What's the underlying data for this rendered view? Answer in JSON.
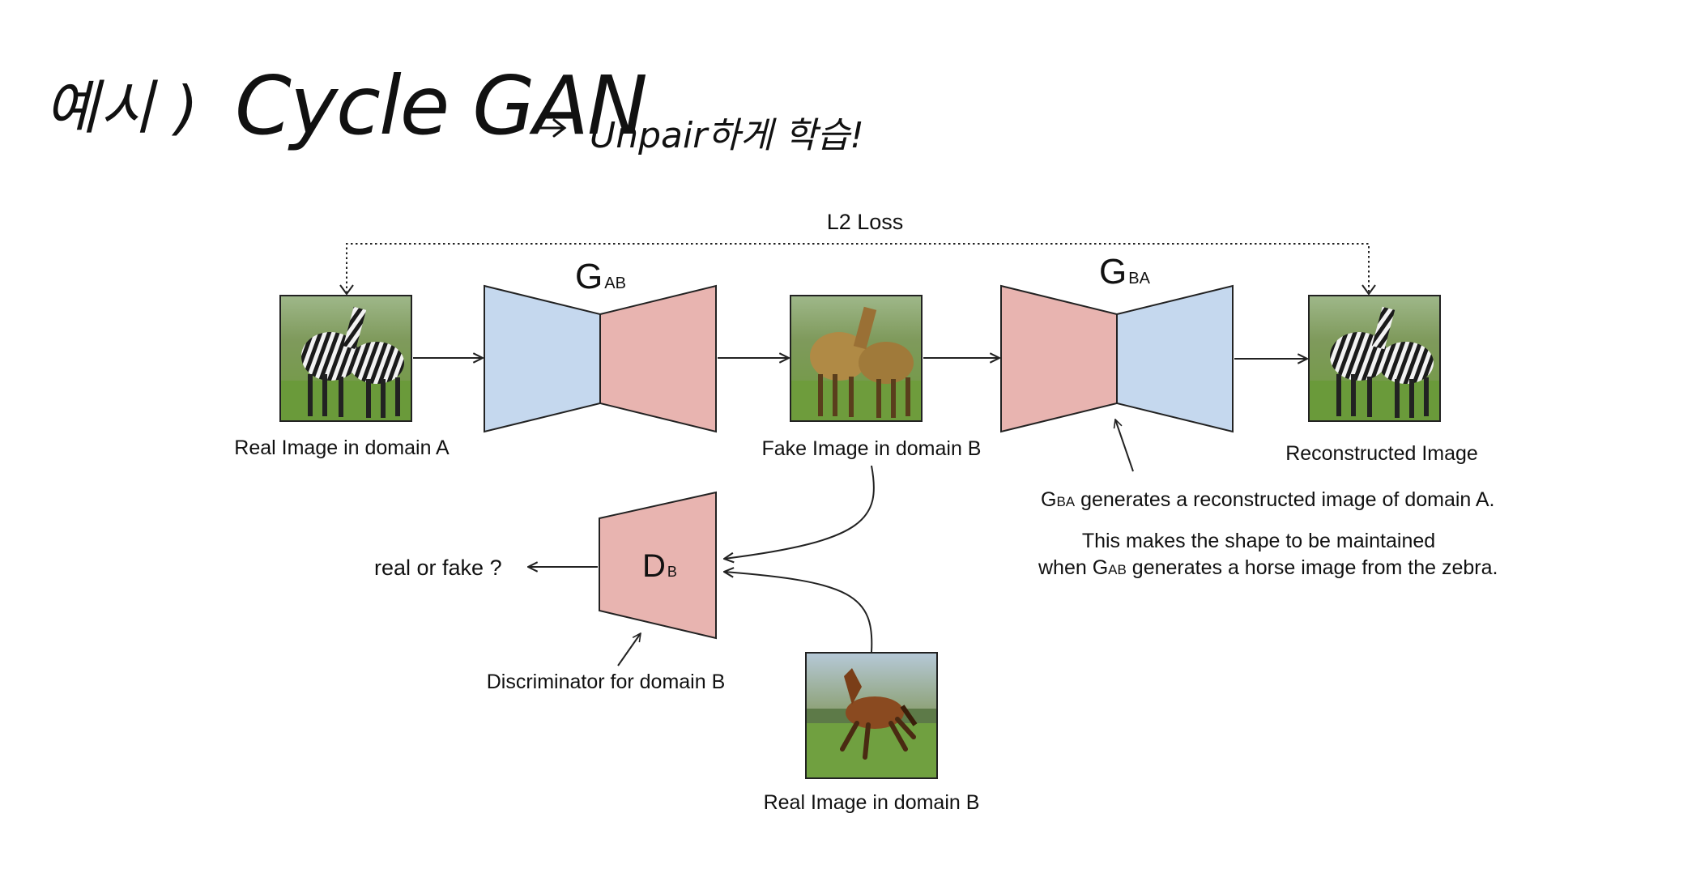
{
  "header": {
    "prefix": "예시 )",
    "title": "Cycle GAN",
    "note": "Unpair하게 학습!"
  },
  "diagram": {
    "loss_label": "L2 Loss",
    "gen_ab": {
      "letter": "G",
      "sub": "AB"
    },
    "gen_ba": {
      "letter": "G",
      "sub": "BA"
    },
    "disc_b": {
      "letter": "D",
      "sub": "B"
    },
    "real_a_caption": "Real Image in domain A",
    "fake_b_caption": "Fake Image in domain B",
    "recon_caption": "Reconstructed Image",
    "real_b_caption": "Real Image in domain B",
    "disc_output": "real or fake ?",
    "disc_caption": "Discriminator for domain B",
    "note_ba": {
      "sub": "BA",
      "text": " generates a reconstructed image of domain A."
    },
    "note_shape_1": "This makes the shape to be maintained",
    "note_shape_2": {
      "pre": "when G",
      "sub": "AB",
      "post": " generates a horse image from the zebra."
    }
  },
  "colors": {
    "encoder_blue": "#c5d8ee",
    "decoder_red": "#e8b4b0",
    "stroke": "#222222"
  }
}
